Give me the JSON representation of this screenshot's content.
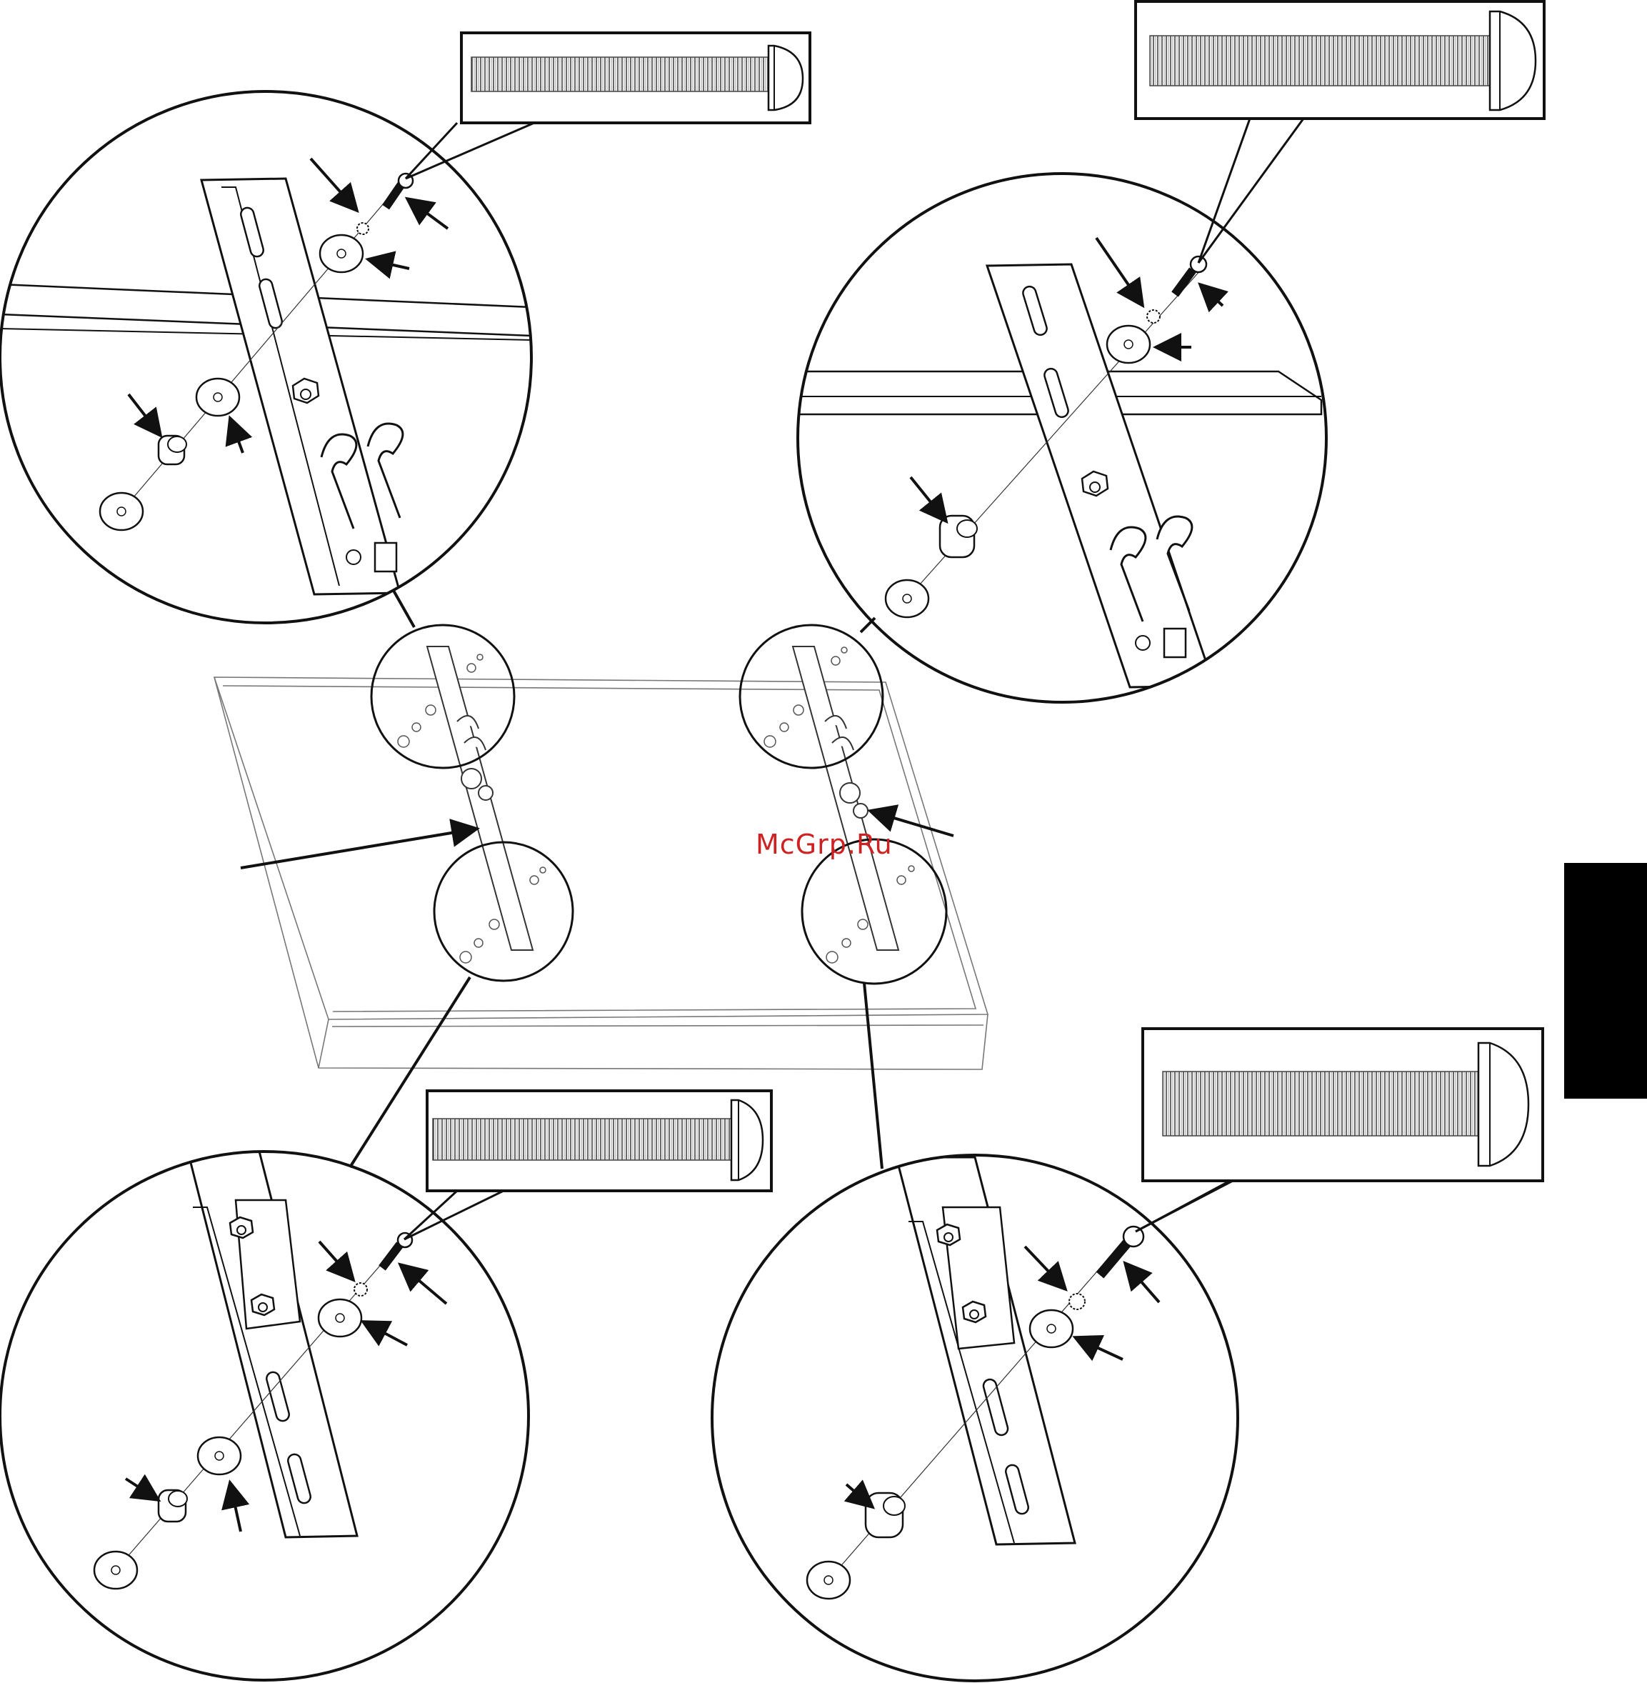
{
  "watermark": {
    "text": "McGrp.Ru",
    "color": "#cc2222"
  },
  "colors": {
    "ink": "#111111",
    "background": "#ffffff",
    "side_tab": "#000000"
  },
  "details": [
    {
      "id": "top-left",
      "screw_length": "short"
    },
    {
      "id": "top-right",
      "screw_length": "short"
    },
    {
      "id": "bottom-left",
      "screw_length": "medium"
    },
    {
      "id": "bottom-right",
      "screw_length": "long"
    }
  ],
  "icons": [
    "screw-icon",
    "lock-washer-icon",
    "washer-icon",
    "spacer-icon",
    "arrow-icon"
  ]
}
